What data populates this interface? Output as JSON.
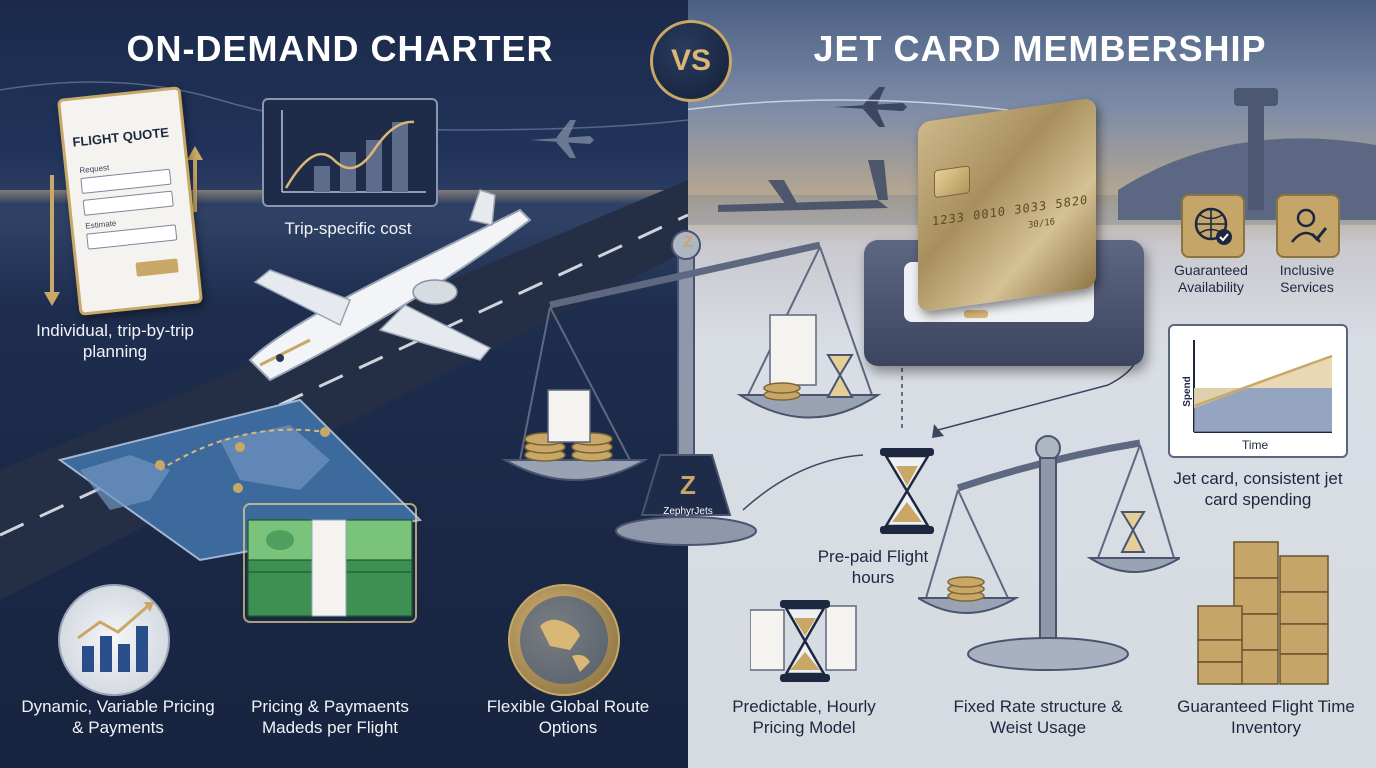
{
  "headings": {
    "left": "ON-DEMAND CHARTER",
    "vs": "VS",
    "right": "JET CARD MEMBERSHIP"
  },
  "left": {
    "flight_quote": {
      "title": "FLIGHT QUOTE",
      "field_label_1": "Request",
      "field_label_2": "Estimate"
    },
    "chart_caption": "Trip-specific cost",
    "planning_label": "Individual, trip-by-trip planning",
    "features": [
      {
        "label": "Dynamic, Variable Pricing & Payments",
        "icon": "rising-bar-chart-icon"
      },
      {
        "label": "Pricing & Paymaents Madeds per Flight",
        "icon": "cash-stack-icon"
      },
      {
        "label": "Flexible Global Route Options",
        "icon": "globe-icon"
      }
    ]
  },
  "center": {
    "brand": "ZephyrJets",
    "logo_letter": "Z"
  },
  "right": {
    "card": {
      "number": "1233 0010 3033 5820",
      "expiry": "30/16"
    },
    "badges": [
      {
        "label": "Guaranteed Availability",
        "icon": "globe-check-icon"
      },
      {
        "label": "Inclusive Services",
        "icon": "concierge-check-icon"
      }
    ],
    "spend_chart": {
      "ylabel": "Spend",
      "xlabel": "Time"
    },
    "spend_caption": "Jet card, consistent jet card spending",
    "prepaid_label": "Pre-paid Flight hours",
    "features": [
      {
        "label": "Predictable, Hourly Pricing Model",
        "icon": "hourglass-icon"
      },
      {
        "label": "Fixed Rate structure & Weist Usage",
        "icon": "balance-scale-icon"
      },
      {
        "label": "Guaranteed Flight Time Inventory",
        "icon": "stacked-boxes-icon"
      }
    ]
  },
  "colors": {
    "navy": "#17243f",
    "gold": "#c9a867",
    "light_panel": "#d6dbe2"
  }
}
